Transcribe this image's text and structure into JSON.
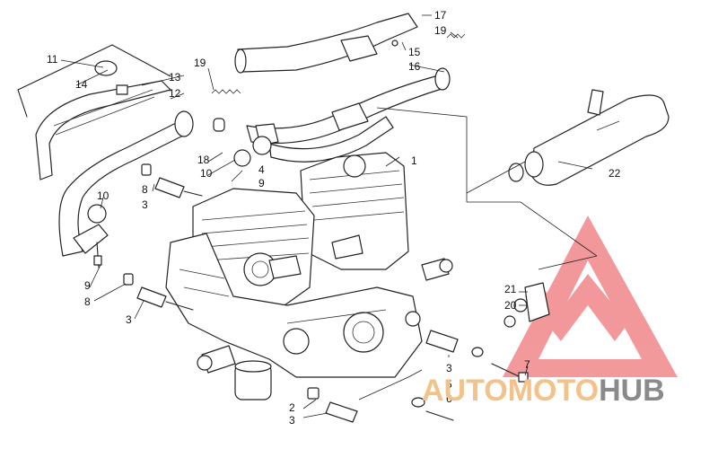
{
  "watermark": {
    "brand_part1": "AUTOMOTO",
    "brand_part2": "HUB",
    "color_part1": "#f2c28a",
    "color_part2": "#8a8a8a",
    "logo_color": "#e8454a"
  },
  "callouts": [
    {
      "id": "c1",
      "label": "1"
    },
    {
      "id": "c2",
      "label": "2"
    },
    {
      "id": "c3a",
      "label": "3"
    },
    {
      "id": "c3b",
      "label": "3"
    },
    {
      "id": "c3c",
      "label": "3"
    },
    {
      "id": "c3d",
      "label": "3"
    },
    {
      "id": "c4",
      "label": "4"
    },
    {
      "id": "c5",
      "label": "5"
    },
    {
      "id": "c6",
      "label": "6"
    },
    {
      "id": "c7",
      "label": "7"
    },
    {
      "id": "c8a",
      "label": "8"
    },
    {
      "id": "c8b",
      "label": "8"
    },
    {
      "id": "c9a",
      "label": "9"
    },
    {
      "id": "c9b",
      "label": "9"
    },
    {
      "id": "c10a",
      "label": "10"
    },
    {
      "id": "c10b",
      "label": "10"
    },
    {
      "id": "c11",
      "label": "11"
    },
    {
      "id": "c12",
      "label": "12"
    },
    {
      "id": "c13",
      "label": "13"
    },
    {
      "id": "c14",
      "label": "14"
    },
    {
      "id": "c15",
      "label": "15"
    },
    {
      "id": "c16",
      "label": "16"
    },
    {
      "id": "c17",
      "label": "17"
    },
    {
      "id": "c18",
      "label": "18"
    },
    {
      "id": "c19a",
      "label": "19"
    },
    {
      "id": "c19b",
      "label": "19"
    },
    {
      "id": "c20",
      "label": "20"
    },
    {
      "id": "c21",
      "label": "21"
    },
    {
      "id": "c22",
      "label": "22"
    }
  ]
}
